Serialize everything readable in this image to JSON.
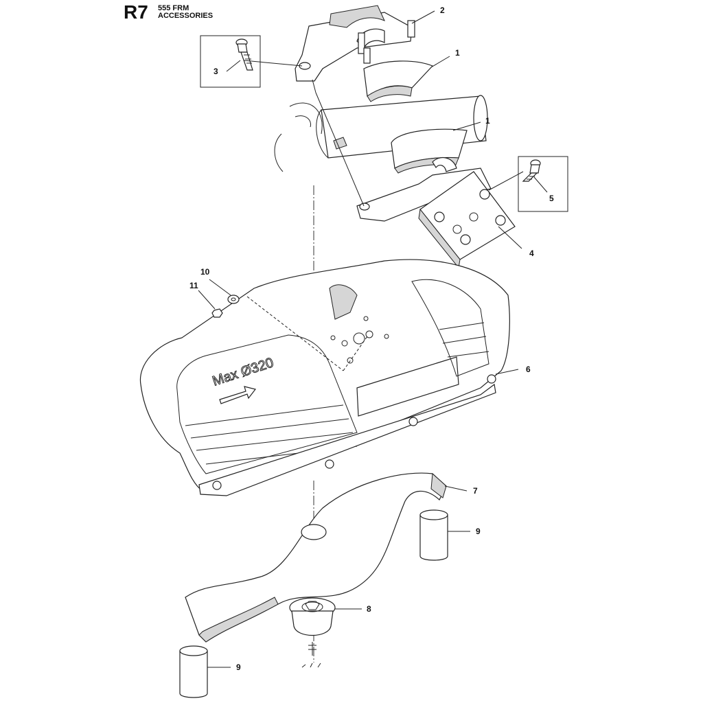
{
  "header": {
    "code": "R7",
    "model": "555 FRM",
    "section": "ACCESSORIES"
  },
  "guard_marking": {
    "text": "Max Ø320"
  },
  "callouts": {
    "c1a": "1",
    "c1b": "1",
    "c2": "2",
    "c3": "3",
    "c4": "4",
    "c5": "5",
    "c6": "6",
    "c7": "7",
    "c8": "8",
    "c9a": "9",
    "c9b": "9",
    "c10": "10",
    "c11": "11"
  }
}
